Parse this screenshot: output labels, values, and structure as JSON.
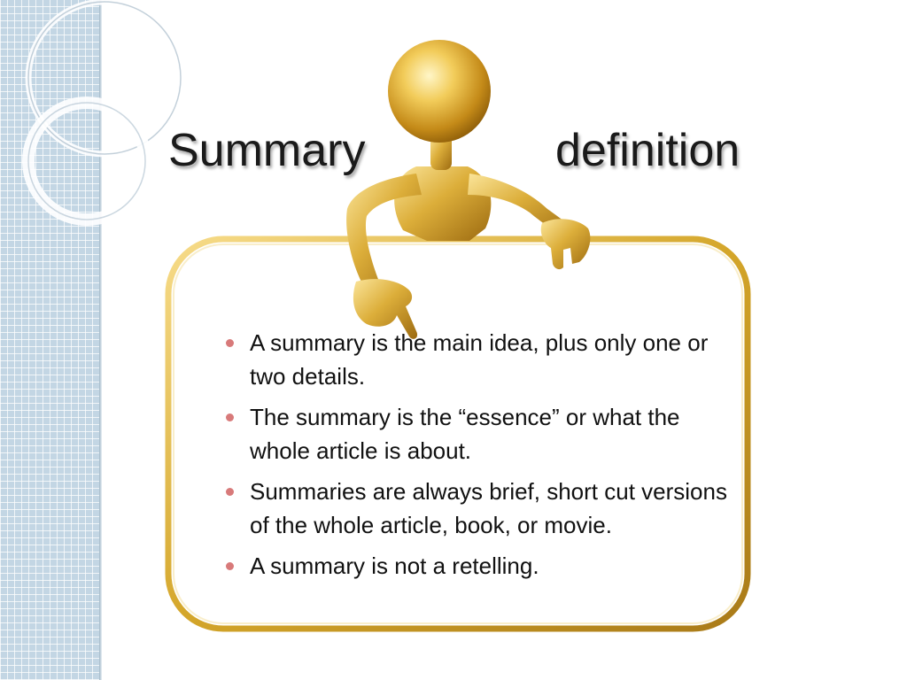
{
  "slide": {
    "title_left": "Summary",
    "title_right": "definition",
    "bullets": [
      "A summary is the main idea, plus only one or two details.",
      "The summary is the “essence” or what the whole article is about.",
      "Summaries are always brief, short cut versions of the whole article, book, or movie.",
      "A summary is not a retelling."
    ]
  },
  "colors": {
    "bullet": "#d87a7a",
    "gold": "#d4a62a",
    "strip": "#c3d6e4",
    "title": "#1a1a1a"
  },
  "icons": [
    "golden-figure-icon",
    "gold-frame-board",
    "decorative-circles"
  ]
}
